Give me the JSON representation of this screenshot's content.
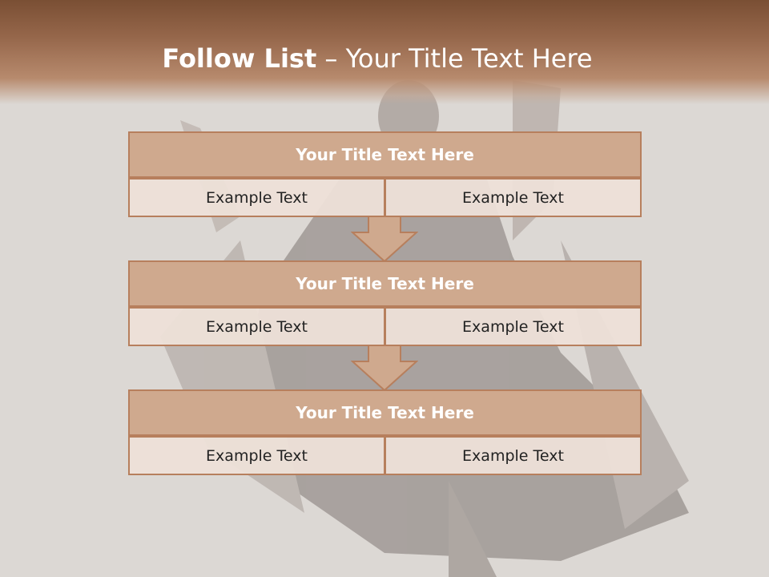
{
  "slide": {
    "title_bold": "Follow List",
    "title_rest": "– Your Title Text Here"
  },
  "steps": [
    {
      "title": "Your Title Text Here",
      "left": "Example Text",
      "right": "Example Text"
    },
    {
      "title": "Your Title Text Here",
      "left": "Example Text",
      "right": "Example Text"
    },
    {
      "title": "Your Title Text Here",
      "left": "Example Text",
      "right": "Example Text"
    }
  ],
  "colors": {
    "header": "#8c5c40",
    "box_fill": "#cfa98e",
    "box_border": "#b77f5d",
    "cell_fill": "#ede0d8"
  }
}
